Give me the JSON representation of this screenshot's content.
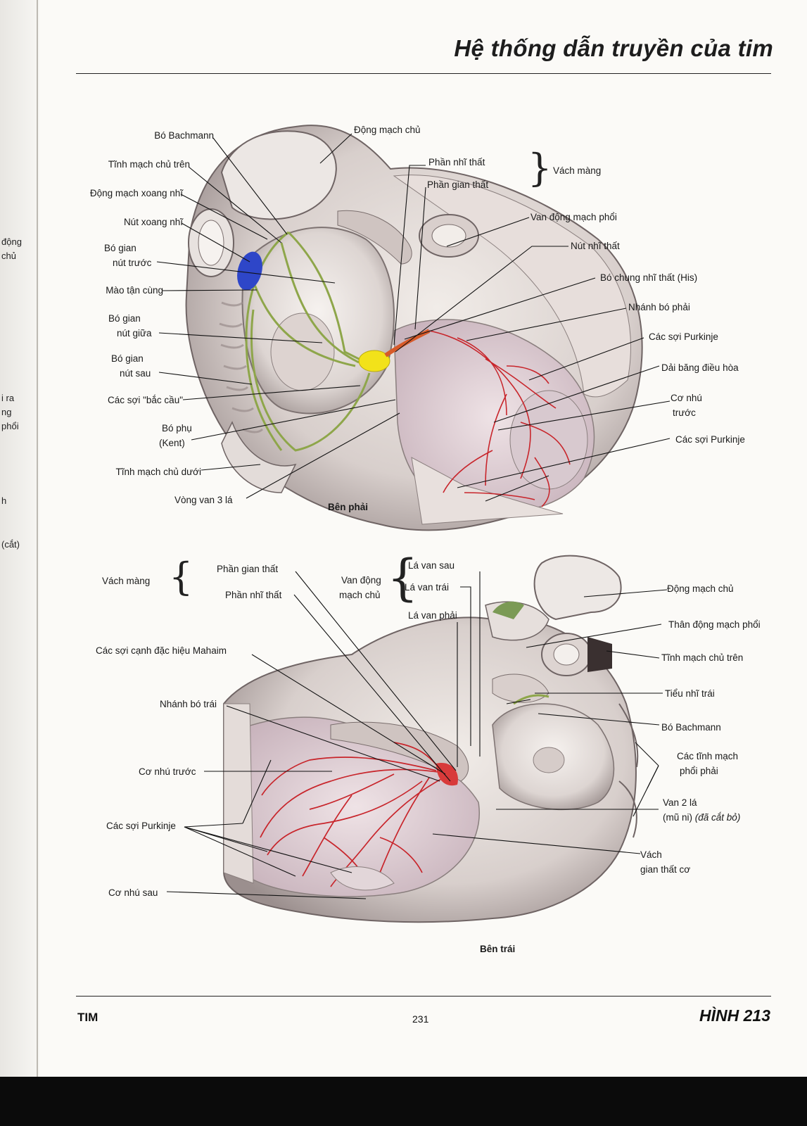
{
  "page_title": "Hệ thống dẫn truyền của tim",
  "margin_text": [
    "động",
    "chủ",
    "i ra",
    "ng",
    "phổi",
    "h",
    "(cắt)"
  ],
  "right_view": {
    "caption": "Bên phải",
    "labels": {
      "bo_bachmann": "Bó Bachmann",
      "tinh_mach_chu_tren": "Tĩnh mạch chủ trên",
      "dong_mach_xoang_nhi": "Động mạch xoang nhĩ",
      "nut_xoang_nhi": "Nút xoang nhĩ",
      "bo_gian_nut_truoc_1": "Bó gian",
      "bo_gian_nut_truoc_2": "nút trước",
      "mao_tan_cung": "Mào tận cùng",
      "bo_gian_nut_giua_1": "Bó gian",
      "bo_gian_nut_giua_2": "nút giữa",
      "bo_gian_nut_sau_1": "Bó gian",
      "bo_gian_nut_sau_2": "nút sau",
      "cac_soi_bac_cau": "Các sợi \"bắc cầu\"",
      "bo_phu_1": "Bó phụ",
      "bo_phu_2": "(Kent)",
      "tinh_mach_chu_duoi": "Tĩnh mạch chủ dưới",
      "vong_van_3_la": "Vòng van 3 lá",
      "dong_mach_chu": "Động mạch chủ",
      "phan_nhi_that": "Phần nhĩ thất",
      "phan_gian_that": "Phần gian thất",
      "vach_mang": "Vách màng",
      "van_dong_mach_phoi": "Van động mạch phổi",
      "nut_nhi_that": "Nút nhĩ thất",
      "bo_chung_nhi_that": "Bó chung nhĩ thất (His)",
      "nhanh_bo_phai": "Nhánh bó phải",
      "cac_soi_purkinje_1": "Các sợi Purkinje",
      "dai_bang_dieu_hoa": "Dải băng điều hòa",
      "co_nhu_truoc_1": "Cơ nhú",
      "co_nhu_truoc_2": "trước",
      "cac_soi_purkinje_2": "Các sợi Purkinje"
    }
  },
  "left_view": {
    "caption": "Bên trái",
    "labels": {
      "vach_mang": "Vách màng",
      "phan_gian_that": "Phần gian thất",
      "phan_nhi_that": "Phần nhĩ thất",
      "van_dmc_1": "Van động",
      "van_dmc_2": "mạch  chủ",
      "la_van_sau": "Lá van sau",
      "la_van_trai": "Lá van trái",
      "la_van_phai": "Lá van phải",
      "mahaim": "Các sợi cạnh đặc hiệu Mahaim",
      "nhanh_bo_trai": "Nhánh bó trái",
      "co_nhu_truoc": "Cơ nhú trước",
      "cac_soi_purkinje": "Các sợi Purkinje",
      "co_nhu_sau": "Cơ nhú sau",
      "dong_mach_chu": "Động mạch chủ",
      "than_dong_mach_phoi": "Thân động mạch phổi",
      "tinh_mach_chu_tren": "Tĩnh mạch chủ trên",
      "tieu_nhi_trai": "Tiểu nhĩ trái",
      "bo_bachmann": "Bó Bachmann",
      "cac_tinh_mach_phoi_1": "Các tĩnh mạch",
      "cac_tinh_mach_phoi_2": "phổi phải",
      "van_2_la_1": "Van 2 lá",
      "van_2_la_2a": "(mũ ni)",
      "van_2_la_2b": "(đã cắt bỏ)",
      "vach_gian_that_1": "Vách",
      "vach_gian_that_2": "gian thất cơ"
    }
  },
  "footer": {
    "section": "TIM",
    "page_number": "231",
    "figure": "HÌNH 213"
  },
  "colors": {
    "sinus_node": "#2e46c8",
    "av_node": "#f2e21a",
    "purkinje": "#c8252b",
    "conduction_pathway": "#8ea64a"
  }
}
